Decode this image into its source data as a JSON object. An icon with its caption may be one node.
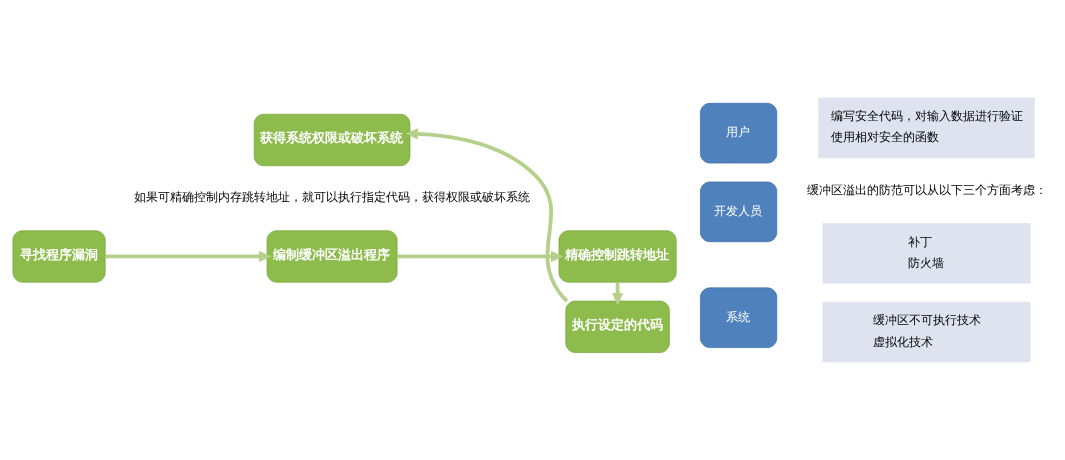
{
  "diagram": {
    "nodes": [
      {
        "text": [
          "寻找程序漏洞"
        ]
      },
      {
        "text": [
          "编制缓冲区溢出程序"
        ]
      },
      {
        "text": [
          "精确控制跳转地址"
        ]
      },
      {
        "text": [
          "执行设定的代码"
        ]
      },
      {
        "text": [
          "获得系统权限或破坏系统"
        ]
      },
      {
        "text": [
          "用户"
        ]
      },
      {
        "text": [
          "补丁",
          "防火墙"
        ]
      },
      {
        "text": [
          "开发人员"
        ]
      },
      {
        "text": [
          "编写安全代码，对输入数据进行验证",
          "使用相对安全的函数"
        ]
      },
      {
        "text": [
          "系统"
        ]
      },
      {
        "text": [
          "缓冲区不可执行技术",
          "虚拟化技术"
        ]
      }
    ],
    "edges": [
      {
        "from": 0,
        "to": 1,
        "arrow": "to"
      },
      {
        "from": 1,
        "to": 2,
        "arrow": "to"
      },
      {
        "from": 2,
        "to": 3,
        "arrow": "to"
      },
      {
        "from": 3,
        "to": 4,
        "arrow": "to"
      }
    ],
    "labels": [
      "如果可精确控制内存跳转地址，就可以执行指定代码，获得权限或破坏系统",
      "缓冲区溢出的防范可以从以下三个方面考虑："
    ]
  }
}
